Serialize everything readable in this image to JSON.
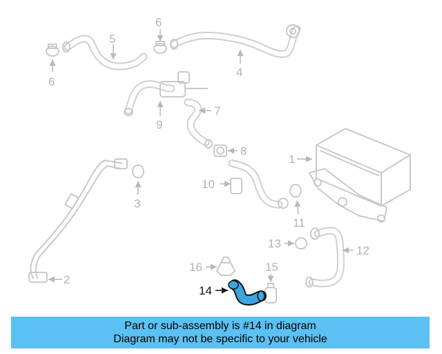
{
  "diagram": {
    "labels": [
      "1",
      "2",
      "3",
      "4",
      "5",
      "6",
      "6",
      "7",
      "8",
      "9",
      "10",
      "11",
      "12",
      "13",
      "14",
      "15",
      "16"
    ],
    "highlighted_part": "14",
    "highlight_color": "#3aa6e0",
    "part_color": "#c9c9c9"
  },
  "banner": {
    "line1": "Part or sub-assembly is #14 in diagram",
    "line2": "Diagram may not be specific to your vehicle",
    "background": "#5bc0f2"
  }
}
